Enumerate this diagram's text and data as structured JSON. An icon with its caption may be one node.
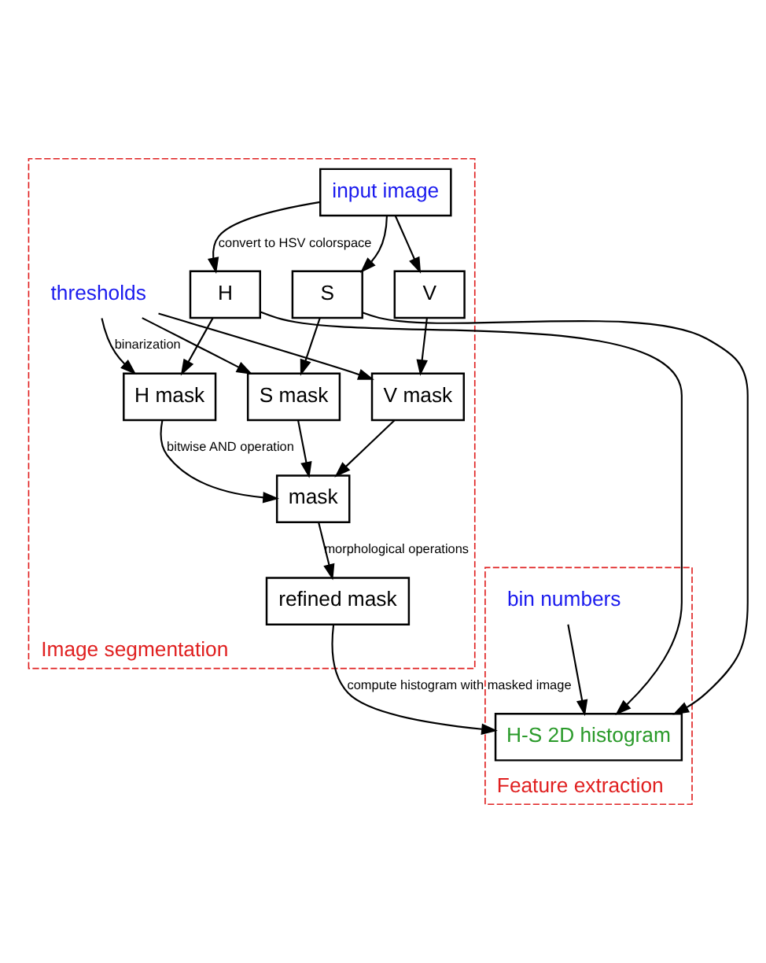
{
  "diagram": {
    "nodes": [
      {
        "text": [
          "Image segmentation"
        ]
      },
      {
        "text": [
          "input image"
        ],
        "in": 0
      },
      {
        "text": [
          "thresholds"
        ],
        "in": 0
      },
      {
        "text": [
          "H"
        ],
        "in": 0
      },
      {
        "text": [
          "S"
        ],
        "in": 0
      },
      {
        "text": [
          "V"
        ],
        "in": 0
      },
      {
        "text": [
          "H mask"
        ],
        "in": 0
      },
      {
        "text": [
          "S mask"
        ],
        "in": 0
      },
      {
        "text": [
          "V mask"
        ],
        "in": 0
      },
      {
        "text": [
          "refined mask"
        ],
        "in": 0
      },
      {
        "text": [
          "mask"
        ],
        "in": 0
      },
      {
        "text": [
          "Feature extraction"
        ]
      },
      {
        "text": [
          "H-S 2D histogram"
        ],
        "in": 11
      },
      {
        "text": [
          "bin numbers"
        ],
        "in": 11
      }
    ],
    "edges": [
      {
        "from": 1,
        "to": 3,
        "arrow": "to",
        "label": "convert to HSV colorspace"
      },
      {
        "from": 1,
        "to": 4,
        "arrow": "to"
      },
      {
        "from": 1,
        "to": 5,
        "arrow": "to"
      },
      {
        "from": 2,
        "to": 6,
        "arrow": "to",
        "label": "binarization"
      },
      {
        "from": 2,
        "to": 7,
        "arrow": "to"
      },
      {
        "from": 2,
        "to": 8,
        "arrow": "to"
      },
      {
        "from": 3,
        "to": 6,
        "arrow": "to"
      },
      {
        "from": 4,
        "to": 7,
        "arrow": "to"
      },
      {
        "from": 5,
        "to": 8,
        "arrow": "to"
      },
      {
        "from": 6,
        "to": 10,
        "arrow": "to",
        "label": "bitwise AND operation"
      },
      {
        "from": 7,
        "to": 10,
        "arrow": "to"
      },
      {
        "from": 8,
        "to": 10,
        "arrow": "to"
      },
      {
        "from": 10,
        "to": 9,
        "arrow": "to",
        "label": "morphological operations"
      },
      {
        "from": 3,
        "to": 12,
        "arrow": "to"
      },
      {
        "from": 4,
        "to": 12,
        "arrow": "to"
      },
      {
        "from": 9,
        "to": 12,
        "arrow": "to",
        "label": "compute histogram with masked image"
      },
      {
        "from": 13,
        "to": 12,
        "arrow": "to"
      }
    ]
  }
}
